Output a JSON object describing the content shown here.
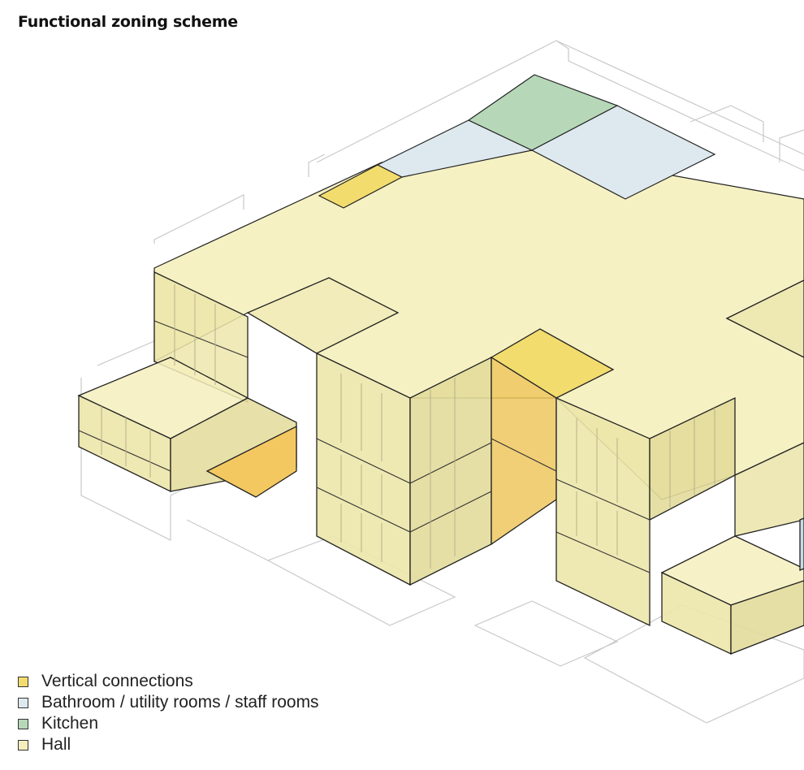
{
  "title": "Functional zoning scheme",
  "colors": {
    "vertical": "#f2dc6e",
    "bathroom": "#dde9ef",
    "kitchen": "#b6d8b8",
    "hall": "#f4efbd",
    "outline": "#222222",
    "ghost": "#c9c9c9"
  },
  "legend": {
    "items": [
      {
        "label": "Vertical connections",
        "color": "#f2dc6e"
      },
      {
        "label": "Bathroom / utility rooms / staff rooms",
        "color": "#dde9ef"
      },
      {
        "label": "Kitchen",
        "color": "#b6d8b8"
      },
      {
        "label": "Hall",
        "color": "#f4efbd"
      }
    ]
  }
}
